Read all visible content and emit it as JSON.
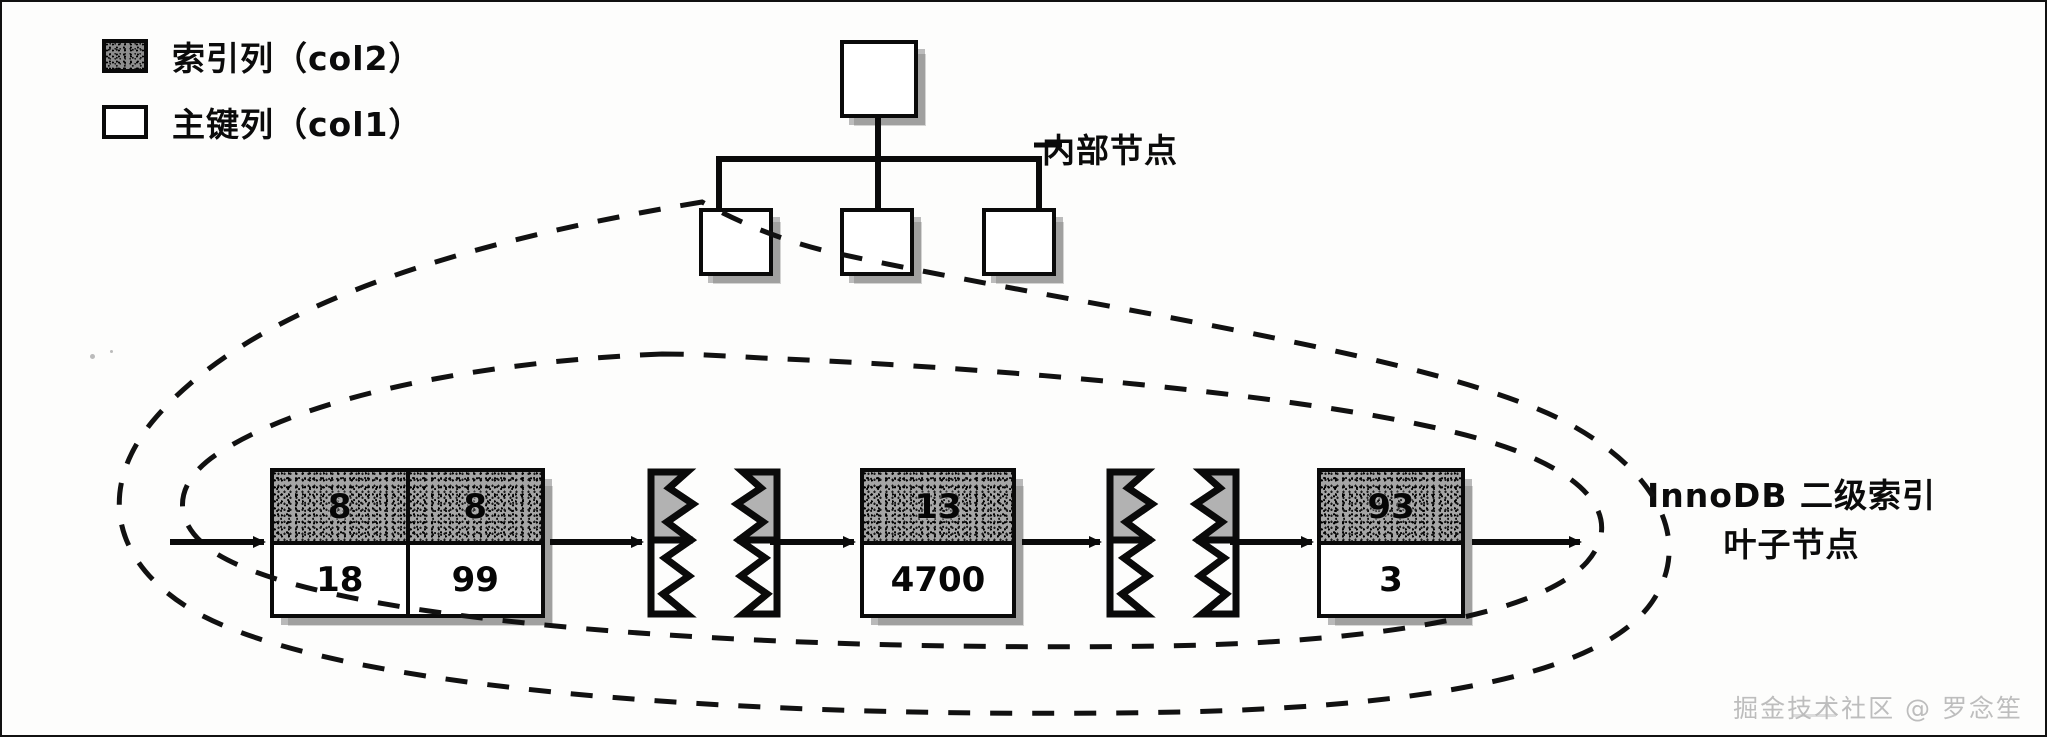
{
  "diagram": {
    "title_caption": "InnoDB 二级索引",
    "legend": {
      "items": [
        {
          "swatch": "shaded-box-icon",
          "label": "索引列（col2）"
        },
        {
          "swatch": "plain-box-icon",
          "label": "主键列（col1）"
        }
      ]
    },
    "tree": {
      "internal_label": "内部节点",
      "root": {
        "label": ""
      },
      "children": [
        {
          "label": ""
        },
        {
          "label": ""
        },
        {
          "label": ""
        }
      ]
    },
    "leaf_caption_line1": "InnoDB 二级索引",
    "leaf_caption_line2": "叶子节点",
    "leaf_nodes": [
      {
        "type": "record",
        "columns": [
          {
            "index_value": "8",
            "primary_key_value": "18"
          },
          {
            "index_value": "8",
            "primary_key_value": "99"
          }
        ]
      },
      {
        "type": "break",
        "glyph": "zigzag-break-icon"
      },
      {
        "type": "record",
        "columns": [
          {
            "index_value": "13",
            "primary_key_value": "4700"
          }
        ]
      },
      {
        "type": "break",
        "glyph": "zigzag-break-icon"
      },
      {
        "type": "record",
        "columns": [
          {
            "index_value": "93",
            "primary_key_value": "3"
          }
        ]
      }
    ],
    "watermark": "掘金技术社区 @ 罗念笙",
    "colors": {
      "ink": "#0a0a0a",
      "index_fill": "#a5a5a5",
      "primary_fill": "#ffffff",
      "page": "#fdfdfc",
      "watermark": "#bdbdbd"
    }
  }
}
